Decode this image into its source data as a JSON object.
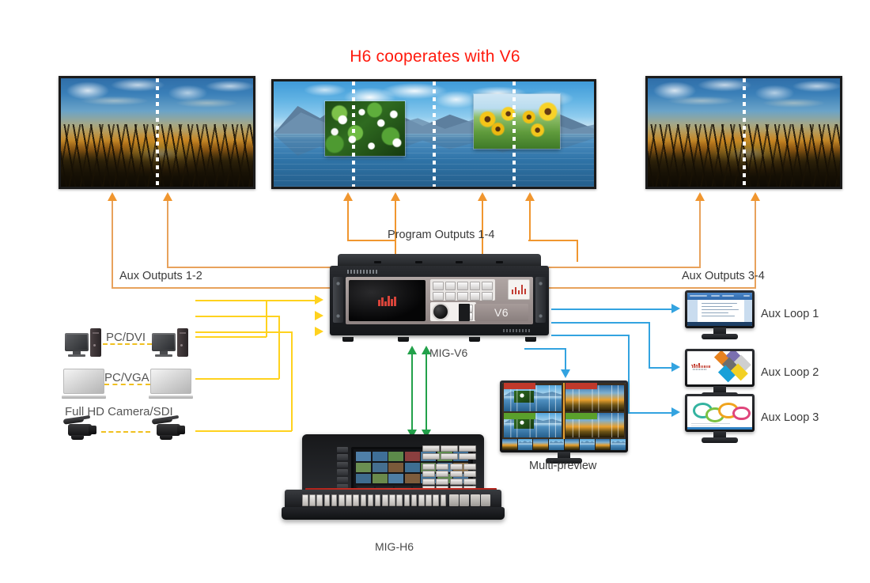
{
  "title": "H6 cooperates with V6",
  "colors": {
    "title": "#ff1a0d",
    "program_output_line": "#f0962f",
    "aux_output_line": "#e8a25c",
    "input_line": "#ffd21e",
    "aux_loop_line": "#33a3e0",
    "control_link_line": "#22a14a",
    "preview_line": "#33a3e0",
    "background": "#ffffff"
  },
  "labels": {
    "program_outputs": "Program Outputs 1-4",
    "aux_outputs_left": "Aux Outputs 1-2",
    "aux_outputs_right": "Aux Outputs  3-4",
    "multi_preview": "Multi-preview",
    "mig_v6": "MIG-V6",
    "mig_h6": "MIG-H6"
  },
  "sources": [
    {
      "label": "PC/DVI",
      "icon": "desktop-computer-icon",
      "count": 2
    },
    {
      "label": "PC/VGA",
      "icon": "flat-panel-monitor-icon",
      "count": 2
    },
    {
      "label": "Full HD Camera/SDI",
      "icon": "camcorder-icon",
      "count": 2
    }
  ],
  "aux_loops": [
    {
      "label": "Aux Loop 1",
      "screen": "document-page"
    },
    {
      "label": "Aux Loop 2",
      "screen": "diamond-infographic"
    },
    {
      "label": "Aux Loop 3",
      "screen": "circles-chart"
    }
  ],
  "displays": [
    {
      "name": "aux-wall-left",
      "scene": "sunset-grass-field",
      "panels": 2,
      "pip": []
    },
    {
      "name": "program-wall-center",
      "scene": "mountain-lake",
      "panels": 4,
      "pip": [
        {
          "name": "white-flowers"
        },
        {
          "name": "sunflowers"
        }
      ]
    },
    {
      "name": "aux-wall-right",
      "scene": "sunset-grass-field",
      "panels": 2,
      "pip": []
    }
  ],
  "v6_device": {
    "badge": "V6",
    "keypad_rows": 2,
    "keypad_cols": 5,
    "has_knob": true,
    "has_lcd": true
  },
  "h6_device": {
    "has_touchscreen": true,
    "key_rows": 1
  }
}
